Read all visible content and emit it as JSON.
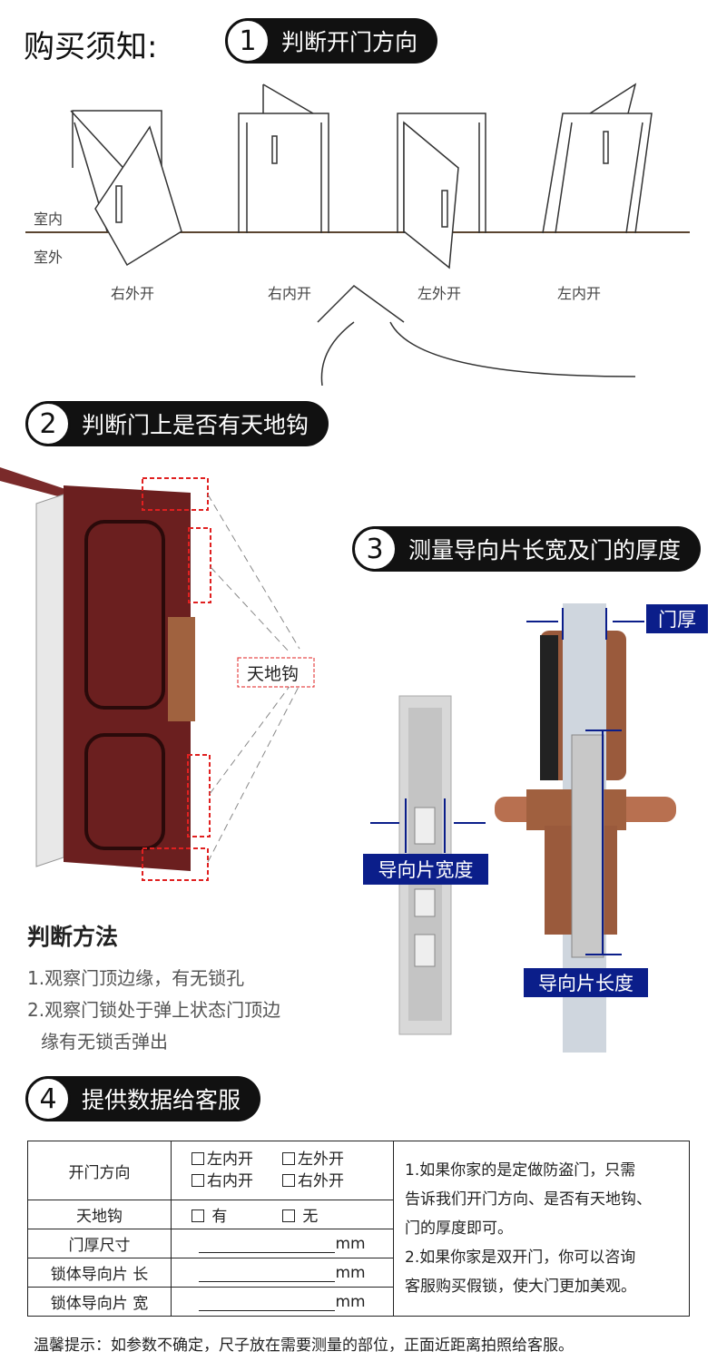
{
  "title": "购买须知:",
  "steps": [
    {
      "num": "1",
      "label": "判断开门方向"
    },
    {
      "num": "2",
      "label": "判断门上是否有天地钩"
    },
    {
      "num": "3",
      "label": "测量导向片长宽及门的厚度"
    },
    {
      "num": "4",
      "label": "提供数据给客服"
    }
  ],
  "doors": {
    "indoor": "室内",
    "outdoor": "室外",
    "types": [
      "右外开",
      "右内开",
      "左外开",
      "左内开"
    ]
  },
  "hook_label": "天地钩",
  "method": {
    "title": "判断方法",
    "line1": "1.观察门顶边缘，有无锁孔",
    "line2": "2.观察门锁处于弹上状态门顶边",
    "line3": "缘有无锁舌弹出"
  },
  "measure": {
    "thickness": "门厚",
    "width": "导向片宽度",
    "length": "导向片长度"
  },
  "table": {
    "rows": [
      {
        "label": "开门方向",
        "options": [
          "左内开",
          "左外开",
          "右内开",
          "右外开"
        ]
      },
      {
        "label": "天地钩",
        "options": [
          "有",
          "无"
        ]
      },
      {
        "label": "门厚尺寸",
        "unit": "mm"
      },
      {
        "label": "锁体导向片 长",
        "unit": "mm"
      },
      {
        "label": "锁体导向片 宽",
        "unit": "mm"
      }
    ],
    "note": [
      "1.如果你家的是定做防盗门，只需",
      "告诉我们开门方向、是否有天地钩、",
      "门的厚度即可。",
      "2.如果你家是双开门，你可以咨询",
      "客服购买假锁，使大门更加美观。"
    ]
  },
  "tip": "温馨提示：如参数不确定，尺子放在需要测量的部位，正面近距离拍照给客服。",
  "colors": {
    "blue": "#0b1e8a",
    "door": "#6b1f1f",
    "red": "#e02020"
  }
}
